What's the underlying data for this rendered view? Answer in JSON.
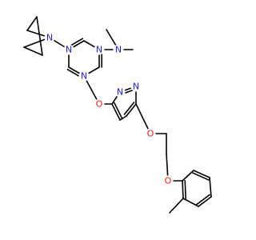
{
  "molecule": {
    "colors": {
      "bond": "#000000",
      "nitrogen": "#1e1eff",
      "oxygen": "#ff1a1a",
      "background": "#ffffff"
    },
    "atom_labels": {
      "n_amine": "N",
      "n_pyrrolidine": "N",
      "n_triazine_1": "N",
      "n_triazine_2": "N",
      "n_triazine_3": "N",
      "o_link_1": "O",
      "n_pyridazine_1": "N",
      "n_pyridazine_2": "N",
      "o_link_2": "O",
      "o_link_3": "O"
    }
  }
}
